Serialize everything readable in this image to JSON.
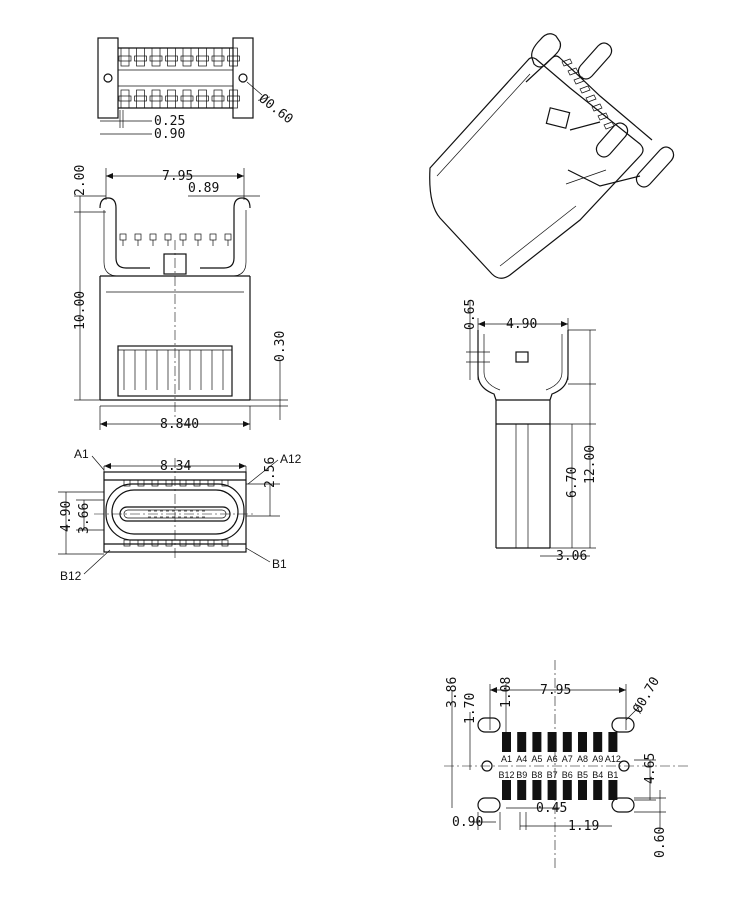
{
  "top_view": {
    "dim_hole": "Ø0.60",
    "dim_pin_width": "0.25",
    "dim_pin_pitch": "0.90"
  },
  "front_view": {
    "dim_top_height": "2.00",
    "dim_overall_width": "7.95",
    "dim_lead_width": "0.89",
    "dim_body_height": "10.00",
    "dim_standoff": "0.30",
    "dim_base_width": "8.840"
  },
  "end_view": {
    "label_a1": "A1",
    "label_a12": "A12",
    "label_b1": "B1",
    "label_b12": "B12",
    "dim_width": "8.34",
    "dim_offset": "2.56",
    "dim_outer_height": "4.90",
    "dim_inner_height": "3.66"
  },
  "side_view": {
    "dim_flange": "0.65",
    "dim_width": "4.90",
    "dim_short_height": "6.70",
    "dim_total_height": "12.00",
    "dim_depth": "3.06"
  },
  "footprint": {
    "dim_row1": "3.86",
    "dim_row2": "1.70",
    "dim_row3": "1.08",
    "dim_span": "7.95",
    "dim_hole": "Ø0.70",
    "dim_vertical": "4.65",
    "dim_left_width": "0.90",
    "dim_pad_width": "0.45",
    "dim_pitch": "1.19",
    "dim_bottom": "0.60",
    "top_pins": [
      "A1",
      "A4",
      "A5",
      "A6",
      "A7",
      "A8",
      "A9",
      "A12"
    ],
    "bottom_pins": [
      "B12",
      "B9",
      "B8",
      "B7",
      "B6",
      "B5",
      "B4",
      "B1"
    ]
  }
}
